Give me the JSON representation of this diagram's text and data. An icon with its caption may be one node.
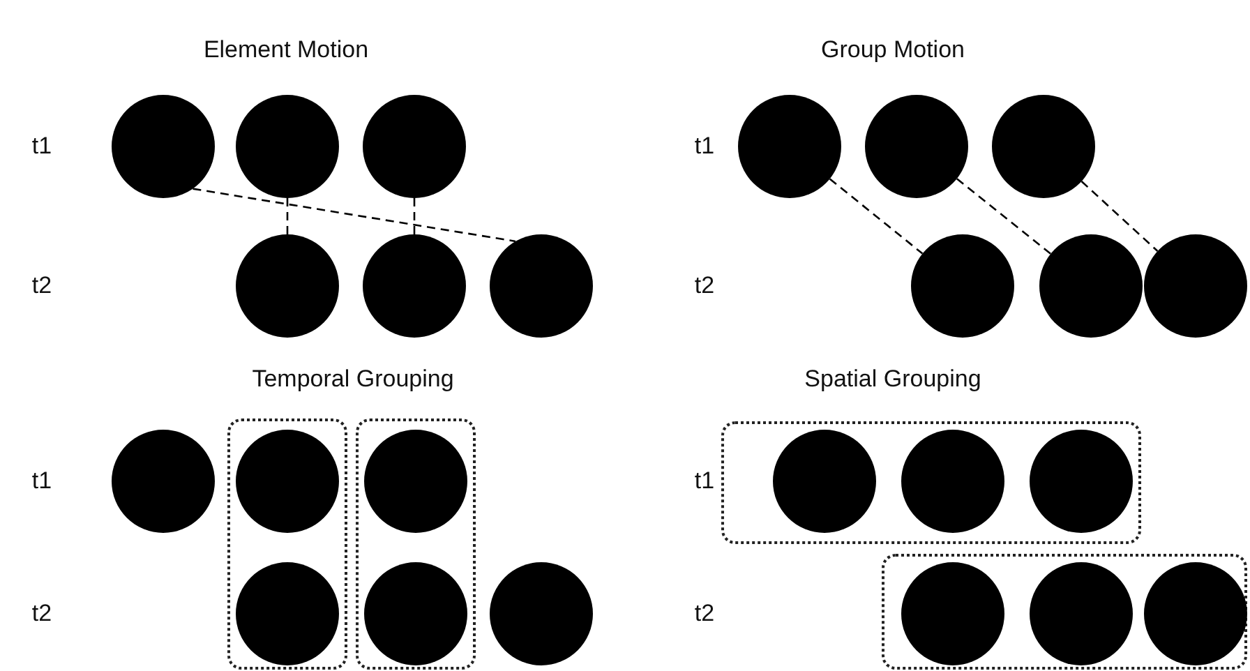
{
  "diagram": {
    "nodes": [
      {
        "text": [],
        "shape": "circle"
      },
      {
        "text": [],
        "shape": "circle"
      },
      {
        "text": [],
        "shape": "circle"
      },
      {
        "text": [],
        "shape": "circle"
      },
      {
        "text": [],
        "shape": "circle"
      },
      {
        "text": [],
        "shape": "circle"
      },
      {
        "text": [],
        "shape": "circle"
      },
      {
        "text": [],
        "shape": "circle"
      },
      {
        "text": [],
        "shape": "circle"
      },
      {
        "text": [],
        "shape": "circle"
      },
      {
        "text": [],
        "shape": "circle"
      },
      {
        "text": [],
        "shape": "circle"
      },
      {
        "text": [],
        "shape": "circle"
      },
      {
        "text": [],
        "shape": "box"
      },
      {
        "text": [],
        "shape": "circle",
        "in": 13
      },
      {
        "text": [],
        "shape": "box"
      },
      {
        "text": [],
        "shape": "circle",
        "in": 15
      },
      {
        "text": [],
        "shape": "circle",
        "in": 13
      },
      {
        "text": [],
        "shape": "circle",
        "in": 15
      },
      {
        "text": [],
        "shape": "circle"
      },
      {
        "text": [],
        "shape": "box"
      },
      {
        "text": [],
        "shape": "circle",
        "in": 20
      },
      {
        "text": [],
        "shape": "circle",
        "in": 20
      },
      {
        "text": [],
        "shape": "circle",
        "in": 20
      },
      {
        "text": [],
        "shape": "box"
      },
      {
        "text": [],
        "shape": "circle",
        "in": 24
      },
      {
        "text": [],
        "shape": "circle",
        "in": 24
      },
      {
        "text": [],
        "shape": "circle",
        "in": 24
      }
    ],
    "edges": [
      {
        "from": 0,
        "to": 5,
        "arrow": "none",
        "style": "dashed"
      },
      {
        "from": 1,
        "to": 3,
        "arrow": "none",
        "style": "dashed"
      },
      {
        "from": 2,
        "to": 4,
        "arrow": "none",
        "style": "dashed"
      },
      {
        "from": 6,
        "to": 9,
        "arrow": "none",
        "style": "dashed"
      },
      {
        "from": 7,
        "to": 10,
        "arrow": "none",
        "style": "dashed"
      },
      {
        "from": 8,
        "to": 11,
        "arrow": "none",
        "style": "dashed"
      }
    ],
    "labels": [
      "Element Motion",
      "Group Motion",
      "t1",
      "t1",
      "t2",
      "t2",
      "Temporal Grouping",
      "Spatial Grouping",
      "t1",
      "t1",
      "t2",
      "t2"
    ]
  }
}
